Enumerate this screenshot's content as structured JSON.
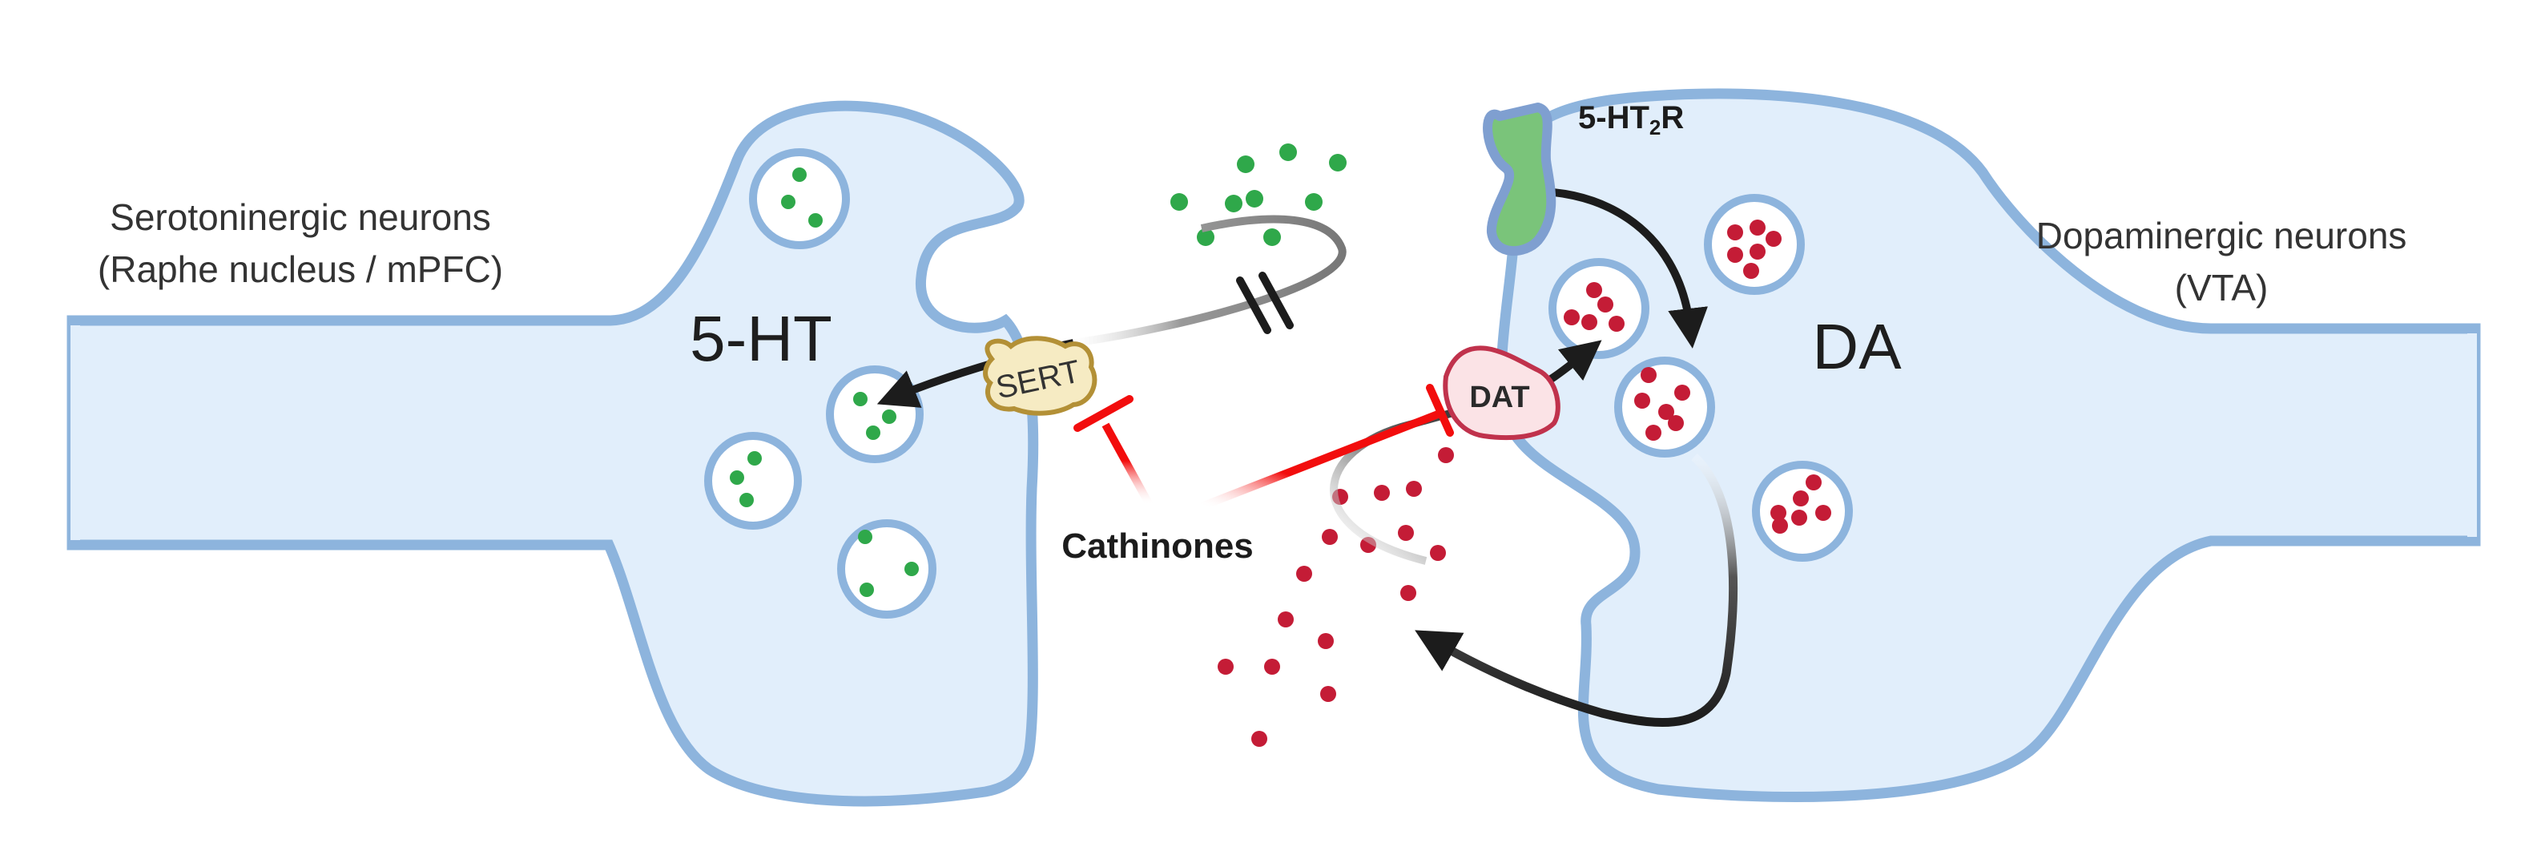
{
  "diagram": {
    "left_neuron": {
      "title_line1": "Serotoninergic neurons",
      "title_line2": "(Raphe nucleus / mPFC)",
      "neurotransmitter": "5-HT"
    },
    "right_neuron": {
      "title_line1": "Dopaminergic neurons",
      "title_line2": "(VTA)",
      "neurotransmitter": "DA"
    },
    "receptor": {
      "label_main": "5-HT",
      "label_sub": "2",
      "label_end": "R"
    },
    "transporters": {
      "sert": "SERT",
      "dat": "DAT"
    },
    "drug": "Cathinones",
    "colors": {
      "cytoplasm": "#e1eefb",
      "membrane": "#8db4dd",
      "serotonin": "#2fa84a",
      "dopamine": "#c41c36",
      "inhibition": "#f20d0d",
      "sert_fill": "#f6ebc3",
      "sert_stroke": "#b39036",
      "dat_fill": "#fbe3e6",
      "dat_stroke": "#c0324c",
      "receptor_fill": "#7ac47a",
      "receptor_stroke": "#7f9fd0"
    }
  }
}
